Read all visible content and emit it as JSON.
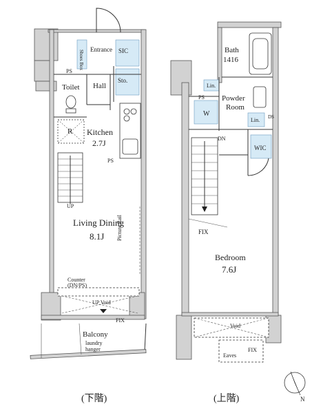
{
  "lower": {
    "caption": "(下階)",
    "rooms": {
      "shoes_box": "Shoes Box",
      "entrance": "Entrance",
      "sic": "SIC",
      "ps_top": "PS",
      "toilet": "Toilet",
      "hall": "Hall",
      "sto": "Sto.",
      "r": "R",
      "kitchen": "Kitchen",
      "kitchen_size": "2.7J",
      "ps_mid": "PS",
      "up": "UP",
      "living_dining": "Living Dining",
      "living_size": "8.1J",
      "picture_rail": "Picture Rail",
      "counter": "Counter",
      "counter_sub": "(DN/PS)",
      "up_void": "UP Void",
      "fix": "FIX",
      "balcony": "Balcony",
      "laundry": "laundry",
      "hanger": "hanger"
    }
  },
  "upper": {
    "caption": "(上階)",
    "rooms": {
      "bath": "Bath",
      "bath_size": "1416",
      "lin_top": "Lin.",
      "ps": "PS",
      "powder": "Powder",
      "room": "Room",
      "w": "W",
      "lin_mid": "Lin.",
      "ds": "DS",
      "dn": "DN",
      "wic": "WIC",
      "fix": "FIX",
      "bedroom": "Bedroom",
      "bedroom_size": "7.6J",
      "void": "Void",
      "eaves": "Eaves",
      "fix_eaves": "FIX"
    }
  },
  "compass": {
    "north": "N"
  }
}
